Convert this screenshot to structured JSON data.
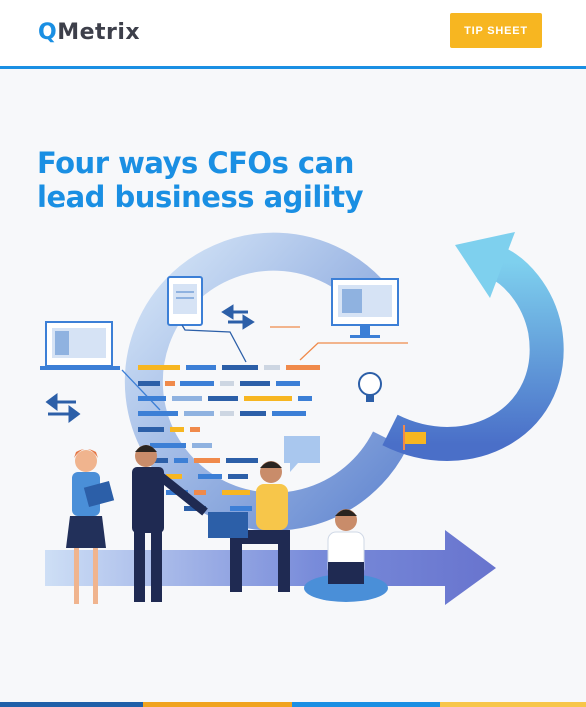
{
  "brand": {
    "logo_q": "Q",
    "logo_rest": "Metrix"
  },
  "badge": {
    "label": "TIP SHEET"
  },
  "title": {
    "line1": "Four ways CFOs can",
    "line2": "lead business agility"
  },
  "colors": {
    "brand_blue": "#1a8fe3",
    "badge_yellow": "#f7b621",
    "title_blue": "#1a8fe3",
    "footer": [
      "#1f5fa8",
      "#f0a31f",
      "#1a8fe3",
      "#f7c64a"
    ]
  },
  "icons": [
    "laptop-icon",
    "tablet-icon",
    "monitor-icon",
    "lightbulb-icon",
    "swap-arrows-icon",
    "circular-arrow",
    "forward-arrow"
  ]
}
